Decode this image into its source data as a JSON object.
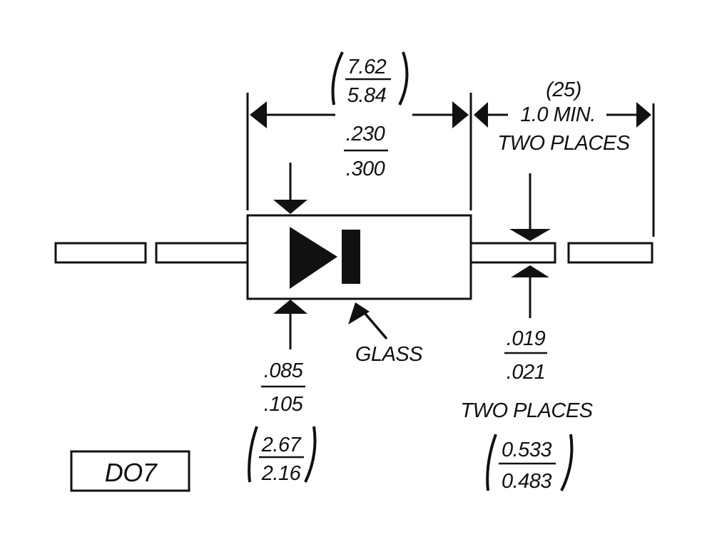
{
  "package": {
    "name": "DO7",
    "body_material": "GLASS"
  },
  "dimensions": {
    "body_length": {
      "metric_max": "7.62",
      "metric_min": "5.84",
      "inch_top": ".230",
      "inch_bottom": ".300"
    },
    "lead_length": {
      "metric": "(25)",
      "inch": "1.0 MIN.",
      "note": "TWO PLACES"
    },
    "body_diameter": {
      "inch_top": ".085",
      "inch_bottom": ".105",
      "metric_top": "2.67",
      "metric_bottom": "2.16"
    },
    "lead_diameter": {
      "inch_top": ".019",
      "inch_bottom": ".021",
      "note": "TWO PLACES",
      "metric_top": "0.533",
      "metric_bottom": "0.483"
    }
  },
  "colors": {
    "ink": "#111111",
    "background": "#ffffff"
  }
}
